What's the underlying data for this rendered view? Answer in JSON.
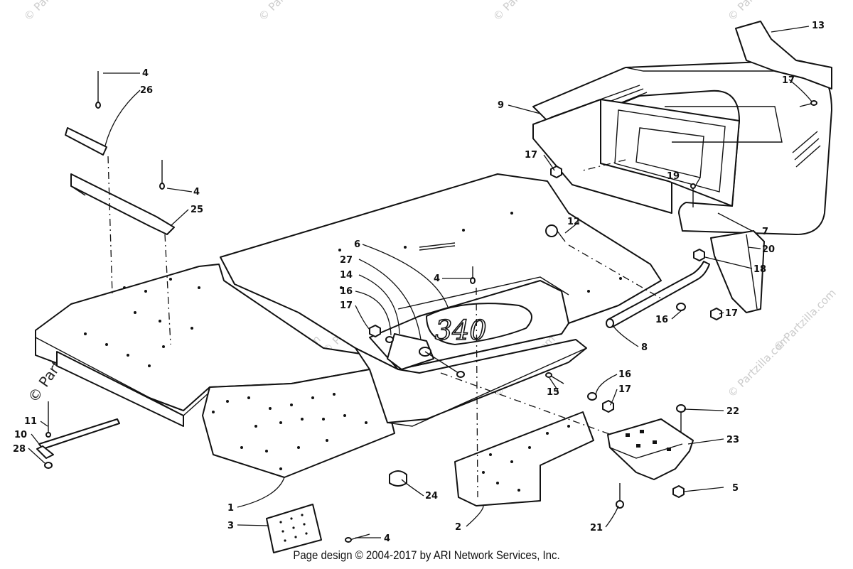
{
  "diagram": {
    "callouts": [
      {
        "id": "c1",
        "text": "1"
      },
      {
        "id": "c2",
        "text": "2"
      },
      {
        "id": "c3",
        "text": "3"
      },
      {
        "id": "c4a",
        "text": "4"
      },
      {
        "id": "c4b",
        "text": "4"
      },
      {
        "id": "c4c",
        "text": "4"
      },
      {
        "id": "c4d",
        "text": "4"
      },
      {
        "id": "c5",
        "text": "5"
      },
      {
        "id": "c6",
        "text": "6"
      },
      {
        "id": "c7",
        "text": "7"
      },
      {
        "id": "c8",
        "text": "8"
      },
      {
        "id": "c9",
        "text": "9"
      },
      {
        "id": "c10",
        "text": "10"
      },
      {
        "id": "c11",
        "text": "11"
      },
      {
        "id": "c12",
        "text": "12"
      },
      {
        "id": "c13",
        "text": "13"
      },
      {
        "id": "c14",
        "text": "14"
      },
      {
        "id": "c15",
        "text": "15"
      },
      {
        "id": "c16a",
        "text": "16"
      },
      {
        "id": "c16b",
        "text": "16"
      },
      {
        "id": "c16c",
        "text": "16"
      },
      {
        "id": "c17a",
        "text": "17"
      },
      {
        "id": "c17b",
        "text": "17"
      },
      {
        "id": "c17c",
        "text": "17"
      },
      {
        "id": "c17d",
        "text": "17"
      },
      {
        "id": "c17e",
        "text": "17"
      },
      {
        "id": "c18",
        "text": "18"
      },
      {
        "id": "c19",
        "text": "19"
      },
      {
        "id": "c20",
        "text": "20"
      },
      {
        "id": "c21",
        "text": "21"
      },
      {
        "id": "c22",
        "text": "22"
      },
      {
        "id": "c23",
        "text": "23"
      },
      {
        "id": "c24",
        "text": "24"
      },
      {
        "id": "c25",
        "text": "25"
      },
      {
        "id": "c26",
        "text": "26"
      },
      {
        "id": "c27",
        "text": "27"
      },
      {
        "id": "c28",
        "text": "28"
      }
    ],
    "model_badge": "340",
    "watermark_side": "© Partzilla.com",
    "watermark": "© Partzilla.com"
  },
  "footer": {
    "credit": "Page design © 2004-2017 by ARI Network Services, Inc."
  }
}
